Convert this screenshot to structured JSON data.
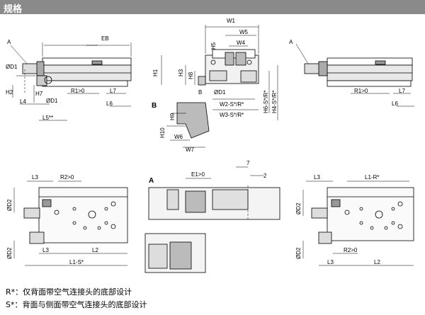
{
  "header": {
    "title": "规格"
  },
  "views": {
    "side_left": {
      "A": "A",
      "OD1": "ØD1",
      "EB": "EB",
      "H2": "H2",
      "H7": "H7",
      "OD1b": "ØD1",
      "R1": "R1>0",
      "L7": "L7",
      "L4": "L4",
      "L6": "L6",
      "L5": "L5**"
    },
    "front": {
      "W1": "W1",
      "W5": "W5",
      "W4": "W4",
      "H5": "H5",
      "H1": "H1",
      "H3": "H3",
      "H8": "H8",
      "B": "B",
      "OD1": "ØD1",
      "W2": "W2-S*/R*",
      "W3": "W3-S*/R*",
      "H6": "H6-S*/R*",
      "H4": "H4-S*/R*"
    },
    "detail_b": {
      "B": "B",
      "H9": "H9",
      "H10": "H10",
      "W6": "W6",
      "W7": "W7"
    },
    "side_right": {
      "A": "A",
      "R1": "R1>0",
      "L7": "L7",
      "L6": "L6"
    },
    "top_left": {
      "L3": "L3",
      "R2": "R2>0",
      "OD2a": "ØD2",
      "OD2b": "ØD2",
      "L3b": "L3",
      "L2": "L2",
      "L1": "L1-S*"
    },
    "detail_a": {
      "A": "A",
      "E1": "E1>0",
      "d7": "7",
      "d2": "2"
    },
    "top_right": {
      "L3": "L3",
      "L1": "L1-R*",
      "OD2a": "ØD2",
      "OD2b": "ØD2",
      "R2": "R2>0",
      "L3b": "L3",
      "L2": "L2"
    }
  },
  "notes": [
    "R*：仅背面带空气连接头的底部设计",
    "S*：背面与侧面带空气连接头的底部设计"
  ]
}
